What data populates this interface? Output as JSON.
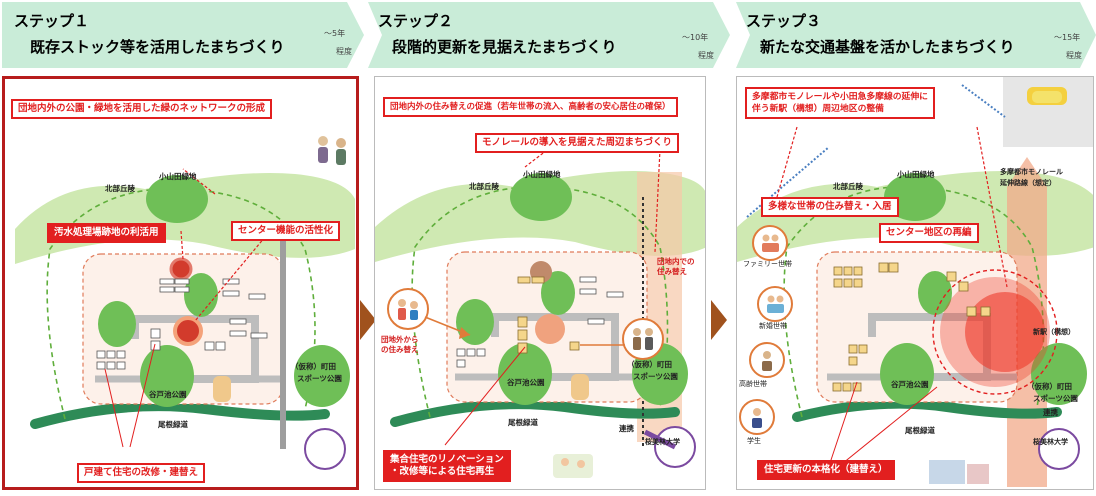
{
  "colors": {
    "header_bg": "#c9ecd8",
    "panel1_border": "#b71c1c",
    "callout_red": "#e21f1f",
    "green_hill": "#cfe9b2",
    "park": "#6fbf57",
    "road": "#b0b0b0",
    "arrow_brown": "#a0521d"
  },
  "steps": [
    {
      "step": "ステップ１",
      "desc": "既存ストック等を活用したまちづくり",
      "time_a": "～5年",
      "time_b": "程度"
    },
    {
      "step": "ステップ２",
      "desc": "段階的更新を見据えたまちづくり",
      "time_a": "～10年",
      "time_b": "程度"
    },
    {
      "step": "ステップ３",
      "desc": "新たな交通基盤を活かしたまちづくり",
      "time_a": "～15年",
      "time_b": "程度"
    }
  ],
  "panel1": {
    "callouts": [
      "団地内外の公園・緑地を活用した緑のネットワークの形成",
      "汚水処理場跡地の利活用",
      "センター機能の活性化",
      "戸建て住宅の改修・建替え"
    ],
    "labels": {
      "hill": "北部丘陵",
      "oyamada": "小山田緑地",
      "yato": "谷戸池公園",
      "sports_a": "（仮称）町田",
      "sports_b": "スポーツ公園",
      "road": "尾根緑道"
    }
  },
  "panel2": {
    "callouts": [
      "団地内外の住み替えの促進（若年世帯の流入、高齢者の安心居住の確保）",
      "モノレールの導入を見据えた周辺まちづくり",
      "集合住宅のリノベーション",
      "・改修等による住宅再生"
    ],
    "labels": {
      "hill": "北部丘陵",
      "oyamada": "小山田緑地",
      "yato": "谷戸池公園",
      "sports_a": "（仮称）町田",
      "sports_b": "スポーツ公園",
      "road": "尾根緑道",
      "move_out_a": "団地外から",
      "move_out_b": "の住み替え",
      "move_in_a": "団地内での",
      "move_in_b": "住み替え",
      "link": "連携",
      "univ": "桜美林大学"
    }
  },
  "panel3": {
    "callouts": [
      "多摩都市モノレールや小田急多摩線の延伸に",
      "伴う新駅（構想）周辺地区の整備",
      "多様な世帯の住み替え・入居",
      "センター地区の再編",
      "住宅更新の本格化（建替え）"
    ],
    "labels": {
      "hill": "北部丘陵",
      "oyamada": "小山田緑地",
      "mono_a": "多摩都市モノレール",
      "mono_b": "延伸路線（想定）",
      "family": "ファミリー世帯",
      "newlywed": "新婚世帯",
      "elderly": "高齢世帯",
      "student": "学生",
      "station": "新駅（構想）",
      "yato": "谷戸池公園",
      "sports_a": "（仮称）町田",
      "sports_b": "スポーツ公園",
      "link": "連携",
      "road": "尾根緑道",
      "univ": "桜美林大学"
    }
  }
}
